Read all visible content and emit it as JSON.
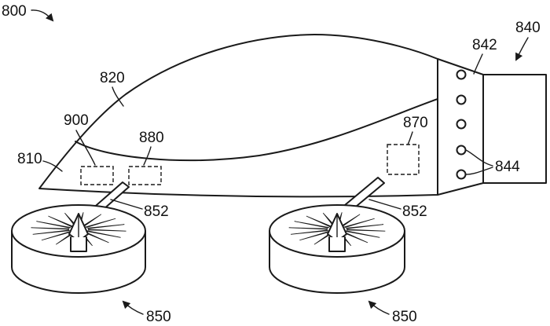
{
  "labels": {
    "fig": "800",
    "system": "840",
    "panel": "842",
    "ports": "844",
    "body": "820",
    "leading_edge": "810",
    "box_900": "900",
    "box_880": "880",
    "box_870": "870",
    "strut_left": "852",
    "strut_right": "852",
    "rotor_left": "850",
    "rotor_right": "850"
  }
}
